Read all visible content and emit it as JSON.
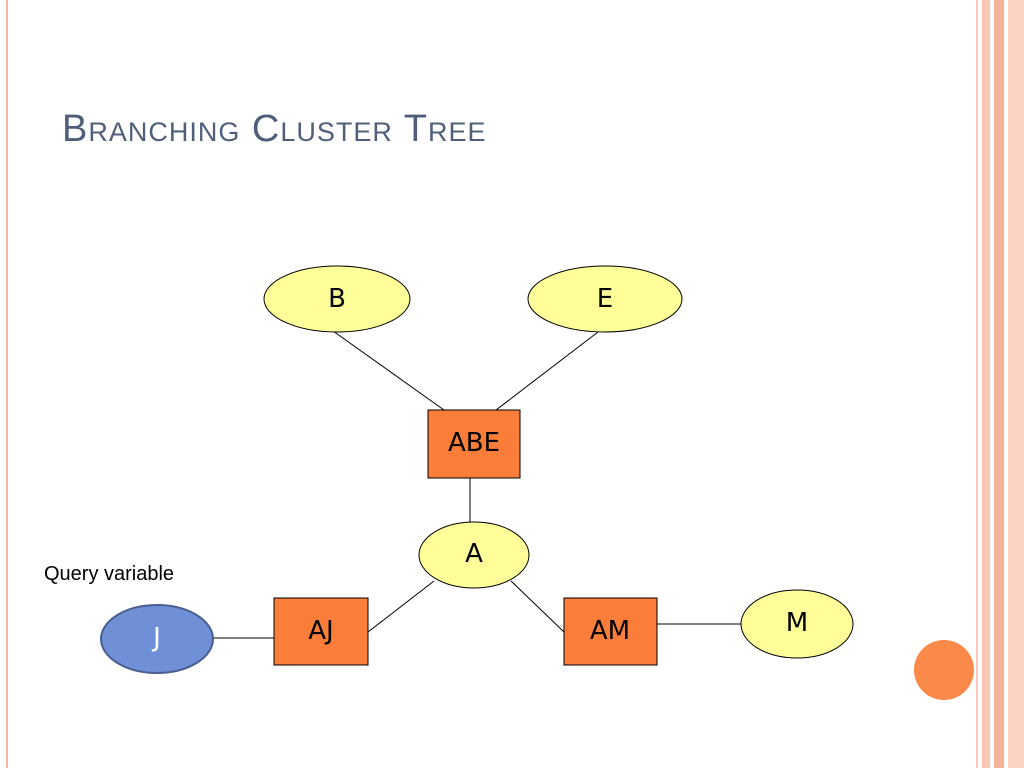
{
  "slide": {
    "title": "Branching Cluster Tree",
    "query_label": "Query variable"
  },
  "nodes": {
    "b": {
      "label": "B",
      "kind": "variable"
    },
    "e": {
      "label": "E",
      "kind": "variable"
    },
    "abe": {
      "label": "ABE",
      "kind": "cluster"
    },
    "a": {
      "label": "A",
      "kind": "variable"
    },
    "aj": {
      "label": "AJ",
      "kind": "cluster"
    },
    "am": {
      "label": "AM",
      "kind": "cluster"
    },
    "m": {
      "label": "M",
      "kind": "variable"
    },
    "j": {
      "label": "J",
      "kind": "query"
    }
  },
  "edges": [
    [
      "b",
      "abe"
    ],
    [
      "e",
      "abe"
    ],
    [
      "abe",
      "a"
    ],
    [
      "a",
      "aj"
    ],
    [
      "a",
      "am"
    ],
    [
      "am",
      "m"
    ],
    [
      "j",
      "aj"
    ]
  ],
  "colors": {
    "variable_fill": "#ffff99",
    "cluster_fill": "#fb7d3a",
    "query_fill": "#6f8fd6",
    "accent": "#fb8a4a",
    "title": "#4f5f7b"
  }
}
